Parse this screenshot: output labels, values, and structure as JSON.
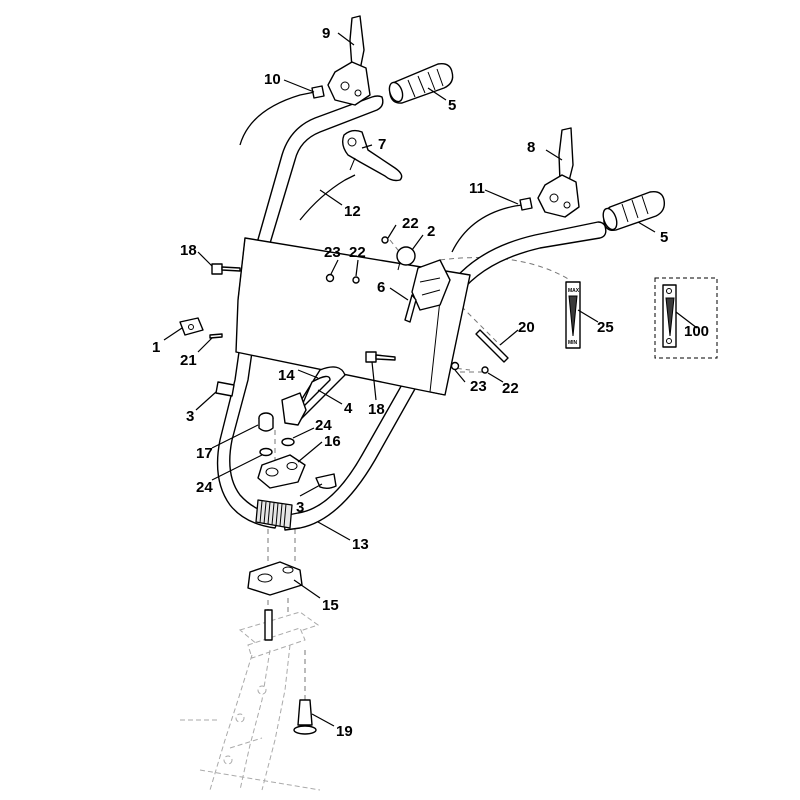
{
  "diagram": {
    "callouts": [
      {
        "id": "c1",
        "text": "1"
      },
      {
        "id": "c2",
        "text": "2"
      },
      {
        "id": "c3a",
        "text": "3"
      },
      {
        "id": "c3b",
        "text": "3"
      },
      {
        "id": "c4",
        "text": "4"
      },
      {
        "id": "c5a",
        "text": "5"
      },
      {
        "id": "c5b",
        "text": "5"
      },
      {
        "id": "c6",
        "text": "6"
      },
      {
        "id": "c7",
        "text": "7"
      },
      {
        "id": "c8",
        "text": "8"
      },
      {
        "id": "c9",
        "text": "9"
      },
      {
        "id": "c10",
        "text": "10"
      },
      {
        "id": "c11",
        "text": "11"
      },
      {
        "id": "c12",
        "text": "12"
      },
      {
        "id": "c13",
        "text": "13"
      },
      {
        "id": "c14",
        "text": "14"
      },
      {
        "id": "c15",
        "text": "15"
      },
      {
        "id": "c16",
        "text": "16"
      },
      {
        "id": "c17",
        "text": "17"
      },
      {
        "id": "c18a",
        "text": "18"
      },
      {
        "id": "c18b",
        "text": "18"
      },
      {
        "id": "c19",
        "text": "19"
      },
      {
        "id": "c20",
        "text": "20"
      },
      {
        "id": "c21",
        "text": "21"
      },
      {
        "id": "c22a",
        "text": "22"
      },
      {
        "id": "c22b",
        "text": "22"
      },
      {
        "id": "c22c",
        "text": "22"
      },
      {
        "id": "c23a",
        "text": "23"
      },
      {
        "id": "c23b",
        "text": "23"
      },
      {
        "id": "c24a",
        "text": "24"
      },
      {
        "id": "c24b",
        "text": "24"
      },
      {
        "id": "c25",
        "text": "25"
      },
      {
        "id": "c100",
        "text": "100"
      }
    ],
    "decal": {
      "top_text": "MAX",
      "bottom_text": "MIN"
    }
  }
}
